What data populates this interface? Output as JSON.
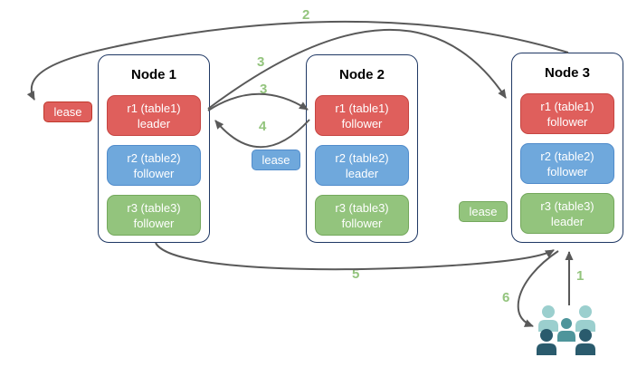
{
  "nodes": [
    {
      "title": "Node 1",
      "replicas": [
        {
          "name": "r1 (table1)",
          "role": "leader"
        },
        {
          "name": "r2 (table2)",
          "role": "follower"
        },
        {
          "name": "r3 (table3)",
          "role": "follower"
        }
      ]
    },
    {
      "title": "Node 2",
      "replicas": [
        {
          "name": "r1 (table1)",
          "role": "follower"
        },
        {
          "name": "r2 (table2)",
          "role": "leader"
        },
        {
          "name": "r3 (table3)",
          "role": "follower"
        }
      ]
    },
    {
      "title": "Node 3",
      "replicas": [
        {
          "name": "r1 (table1)",
          "role": "follower"
        },
        {
          "name": "r2 (table2)",
          "role": "follower"
        },
        {
          "name": "r3 (table3)",
          "role": "leader"
        }
      ]
    }
  ],
  "leases": {
    "red": "lease",
    "blue": "lease",
    "green": "lease"
  },
  "steps": {
    "s1": "1",
    "s2": "2",
    "s3a": "3",
    "s3b": "3",
    "s4": "4",
    "s5": "5",
    "s6": "6"
  },
  "colors": {
    "replica_red": "#df5f5c",
    "replica_red_border": "#c64541",
    "replica_blue": "#6fa8dc",
    "replica_blue_border": "#518ccb",
    "replica_green": "#93c47d",
    "replica_green_border": "#74a85c",
    "node_border": "#1f3864",
    "arrow": "#595959",
    "step_label": "#93c47d",
    "users_light": "#9bcfce",
    "users_mid": "#4e959b",
    "users_dark": "#2a5b6d"
  }
}
